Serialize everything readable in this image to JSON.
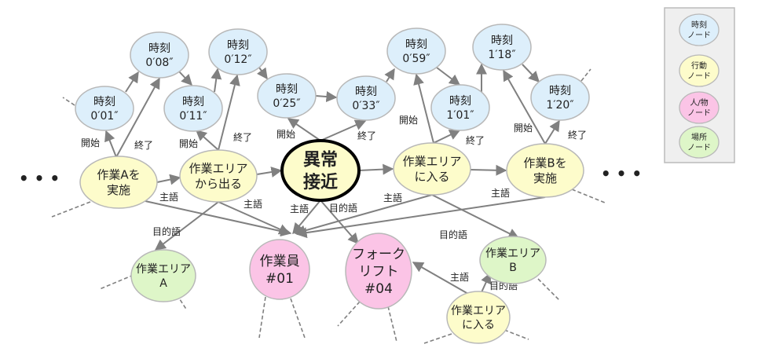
{
  "colors": {
    "time": "#ddeffb",
    "action": "#fdfccb",
    "person": "#fbc4e6",
    "place": "#def6c8",
    "edge": "#808080",
    "node_border": "#b8b8b8",
    "legend_bg": "#efefef"
  },
  "nodes": {
    "t001": [
      "時刻",
      "0′01″"
    ],
    "t008": [
      "時刻",
      "0′08″"
    ],
    "t011": [
      "時刻",
      "0′11″"
    ],
    "t012": [
      "時刻",
      "0′12″"
    ],
    "t025": [
      "時刻",
      "0′25″"
    ],
    "t033": [
      "時刻",
      "0′33″"
    ],
    "t059": [
      "時刻",
      "0′59″"
    ],
    "t101": [
      "時刻",
      "1′01″"
    ],
    "t118": [
      "時刻",
      "1′18″"
    ],
    "t120": [
      "時刻",
      "1′20″"
    ],
    "actA": [
      "作業Aを",
      "実施"
    ],
    "actExit": [
      "作業エリア",
      "から出る"
    ],
    "anomaly": [
      "異常",
      "接近"
    ],
    "actEnter": [
      "作業エリア",
      "に入る"
    ],
    "actB": [
      "作業Bを",
      "実施"
    ],
    "actEnter2": [
      "作業エリア",
      "に入る"
    ],
    "placeA": [
      "作業エリア",
      "A"
    ],
    "worker": [
      "作業員",
      "#01"
    ],
    "forklift": [
      "フォーク",
      "リフト",
      "#04"
    ],
    "placeB": [
      "作業エリア",
      "B"
    ]
  },
  "edge_labels": {
    "start": "開始",
    "end": "終了",
    "subject": "主語",
    "object": "目的語"
  },
  "ellipsis": "• • •",
  "legend": [
    {
      "type": "time",
      "lines": [
        "時刻",
        "ノード"
      ]
    },
    {
      "type": "action",
      "lines": [
        "行動",
        "ノード"
      ]
    },
    {
      "type": "person",
      "lines": [
        "人/物",
        "ノード"
      ]
    },
    {
      "type": "place",
      "lines": [
        "場所",
        "ノード"
      ]
    }
  ]
}
